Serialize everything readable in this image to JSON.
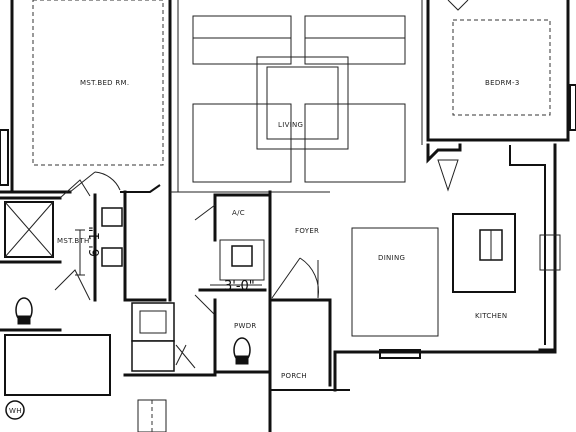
{
  "rooms": {
    "master_bedroom": "MST.BED RM.",
    "living": "LIVING",
    "bedroom3": "BEDRM-3",
    "master_bath": "MST.BTH",
    "ac": "A/C",
    "foyer": "FOYER",
    "dining": "DINING",
    "kitchen": "KITCHEN",
    "powder": "PWDR",
    "porch": "PORCH",
    "wh": "WH"
  },
  "dimensions": {
    "bath_width": "6'-1\"",
    "closet_width": "3'-0\""
  }
}
